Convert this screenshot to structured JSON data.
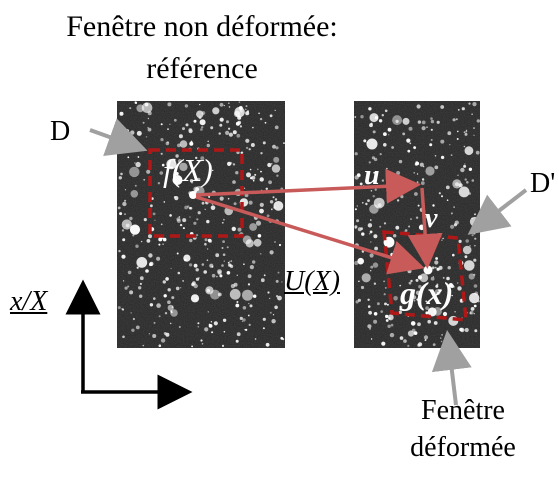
{
  "title_line1": "Fenêtre non déformée:",
  "title_line2": "référence",
  "label_D": "D",
  "label_D_prime": "D'",
  "label_fX": "f(X)",
  "label_gx": "g(x)",
  "label_u": "u",
  "label_v": "v",
  "label_UX": "U(X)",
  "label_axis": "x/X",
  "caption_line1": "Fenêtre",
  "caption_line2": "déformée",
  "colors": {
    "window_border": "#b01818",
    "vector_arrow": "#c85a5a",
    "pointer_arrow": "#a0a0a0",
    "speckle_bg": "#2a2a2a"
  }
}
